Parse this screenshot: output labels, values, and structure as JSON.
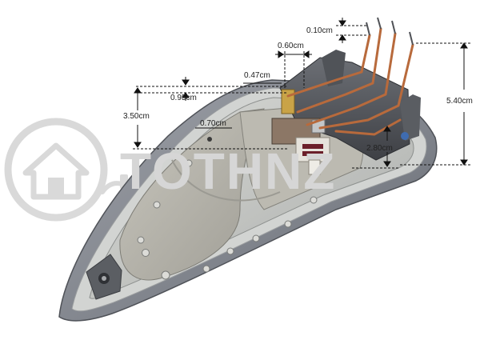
{
  "watermark": {
    "brand": "TOTHNZ",
    "colors": {
      "mark": "#d3d3d3",
      "text": "#d6d6d6"
    },
    "icon": "house-plug-logo"
  },
  "measurements": {
    "m010": "0.10cm",
    "m060": "0.60cm",
    "m047": "0.47cm",
    "m095": "0.95cm",
    "m350": "3.50cm",
    "m070": "0.70cm",
    "m280": "2.80cm",
    "m540": "5.40cm"
  },
  "colors": {
    "soleplate_edge": "#8c8f96",
    "plate_face": "#c4c6c4",
    "heater_plate": "#b9b7ad",
    "copper": "#b86a3c",
    "housing": "#5a5d63",
    "dim_line": "#111111"
  }
}
